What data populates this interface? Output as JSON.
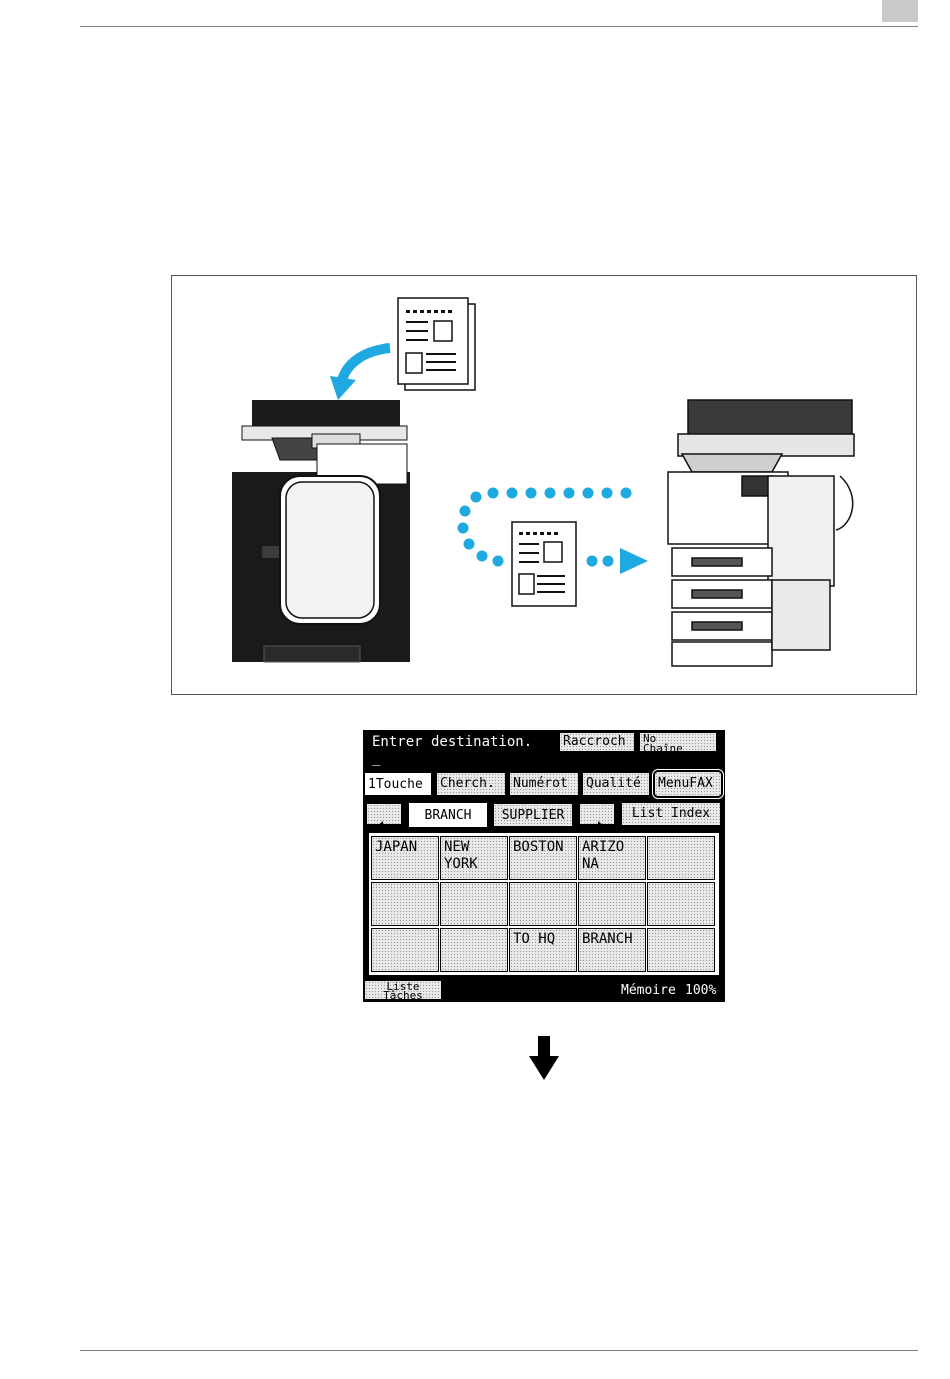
{
  "panel": {
    "prompt": "Entrer destination.",
    "cursor": "_",
    "btn_raccroch": "Raccroch",
    "btn_no_chaine": "No\nChaîne",
    "tabs": [
      "1Touche",
      "Cherch.",
      "Numérot",
      "Qualité",
      "MenuFAX"
    ],
    "nav_left_icon": "arrow-left-icon",
    "group_active": "BRANCH",
    "group_other": "SUPPLIER",
    "nav_right_icon": "arrow-right-icon",
    "list_index": "List Index",
    "grid": [
      [
        "JAPAN",
        "NEW\nYORK",
        "BOSTON",
        "ARIZO\nNA",
        ""
      ],
      [
        "",
        "",
        "",
        "",
        ""
      ],
      [
        "",
        "",
        "TO HQ",
        "BRANCH",
        ""
      ]
    ],
    "liste_taches": "Liste\nTâches",
    "memoire_label": "Mémoire",
    "memoire_value": "100%"
  },
  "colors": {
    "accent": "#1ea9e1",
    "dark": "#111111"
  }
}
